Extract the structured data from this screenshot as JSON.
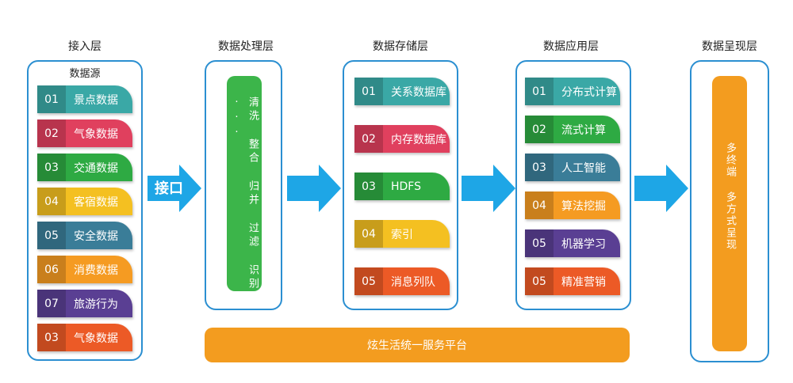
{
  "columns": {
    "ingest": "接入层",
    "process": "数据处理层",
    "storage": "数据存储层",
    "application": "数据应用层",
    "presentation": "数据呈现层"
  },
  "source_title": "数据源",
  "sources": [
    {
      "num": "01",
      "label": "景点数据",
      "color": "#3aa8a6"
    },
    {
      "num": "02",
      "label": "气象数据",
      "color": "#e0405e"
    },
    {
      "num": "03",
      "label": "交通数据",
      "color": "#2eaa43"
    },
    {
      "num": "04",
      "label": "客宿数据",
      "color": "#f4c021"
    },
    {
      "num": "05",
      "label": "安全数据",
      "color": "#3a7d98"
    },
    {
      "num": "06",
      "label": "消费数据",
      "color": "#f59b22"
    },
    {
      "num": "07",
      "label": "旅游行为",
      "color": "#5a3f93"
    },
    {
      "num": "03",
      "label": "气象数据",
      "color": "#ec5a26"
    }
  ],
  "interface_label": "接口",
  "processing": [
    "清",
    "洗",
    " ",
    "整",
    "合",
    " ",
    "归",
    "并",
    " ",
    "过",
    "滤",
    " ",
    "识",
    "别",
    " ",
    "·",
    "·",
    "·"
  ],
  "processing_text": "清洗 整合 归并 过滤 识别 ···",
  "storage": [
    {
      "num": "01",
      "label": "关系数据库",
      "color": "#3aa8a6"
    },
    {
      "num": "02",
      "label": "内存数据库",
      "color": "#e0405e"
    },
    {
      "num": "03",
      "label": "HDFS",
      "color": "#2eaa43"
    },
    {
      "num": "04",
      "label": "索引",
      "color": "#f4c021"
    },
    {
      "num": "05",
      "label": "消息列队",
      "color": "#ec5a26"
    }
  ],
  "application": [
    {
      "num": "01",
      "label": "分布式计算",
      "color": "#3aa8a6"
    },
    {
      "num": "02",
      "label": "流式计算",
      "color": "#2eaa43"
    },
    {
      "num": "03",
      "label": "人工智能",
      "color": "#3a7d98"
    },
    {
      "num": "04",
      "label": "算法挖掘",
      "color": "#f59b22"
    },
    {
      "num": "05",
      "label": "机器学习",
      "color": "#5a3f93"
    },
    {
      "num": "05",
      "label": "精准营销",
      "color": "#ec5a26"
    }
  ],
  "presentation_text": "多终端 多方式呈现",
  "platform_label": "炫生活统一服务平台",
  "colors": {
    "border": "#2b8fd1",
    "arrow": "#1ea6e6",
    "process_box": "#3cb54a",
    "presentation_box": "#f39c1f"
  }
}
